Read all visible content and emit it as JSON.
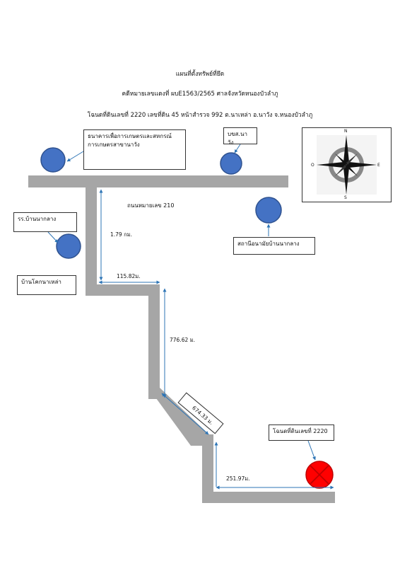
{
  "header": {
    "title": "แผนที่ตั้งทรัพย์ที่ยึด",
    "case_line": "คดีหมายเลขแดงที่ ผบE1563/2565  ศาลจังหวัดหนองบัวลำภู",
    "deed_line": "โฉนดที่ดินเลขที่ 2220 เลขที่ดิน 45 หน้าสำรวจ 992 ต.นาเหล่า  อ.นาวัง จ.หนองบัวลำภู"
  },
  "landmarks": {
    "bank": "ธนาคารเพื่อการเกษตรและสหกรณ์การเกษตรสาขานาวัง",
    "district_office": "บขส.นาวัง",
    "school": "รร.บ้านนากลาง",
    "health_station": "สถานีอนามัยบ้านนากลาง",
    "village": "บ้านโคกนาเหล่า",
    "target": "โฉนดที่ดินเลขที่ 2220"
  },
  "road": {
    "label": "ถนนหมายเลข 210"
  },
  "distances": {
    "d1": "1.79 กม.",
    "d2": "115.82ม.",
    "d3": "776.62 ม.",
    "d4": "674.33 ม.",
    "d5": "251.97ม."
  },
  "compass": {
    "north": "N",
    "south": "S",
    "east": "E",
    "west": "O"
  },
  "colors": {
    "road": "#a6a6a6",
    "marker_fill": "#4472c4",
    "marker_stroke": "#2f528f",
    "arrow": "#2e75b6",
    "target_fill": "#ff0000",
    "target_cross": "#c00000"
  }
}
